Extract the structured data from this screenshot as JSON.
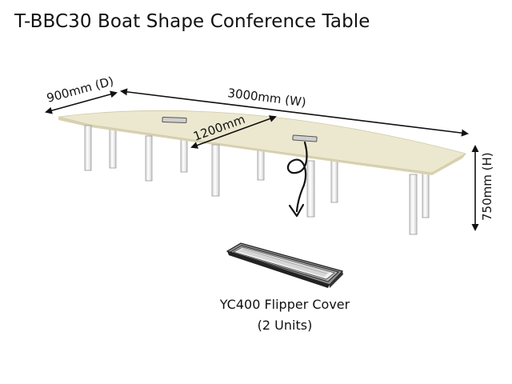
{
  "title": "T-BBC30 Boat Shape Conference Table",
  "dimensions": {
    "depth": "900mm (D)",
    "width": "3000mm (W)",
    "middle_depth": "1200mm",
    "height": "750mm (H)"
  },
  "accessory": {
    "name": "YC400 Flipper Cover",
    "quantity": "(2 Units)"
  },
  "colors": {
    "tabletop": "#ece8cf",
    "tabletop_edge": "#d8d2b2",
    "leg": "#f3f3f3",
    "leg_outline": "#9a9a9a",
    "ink": "#111111"
  }
}
